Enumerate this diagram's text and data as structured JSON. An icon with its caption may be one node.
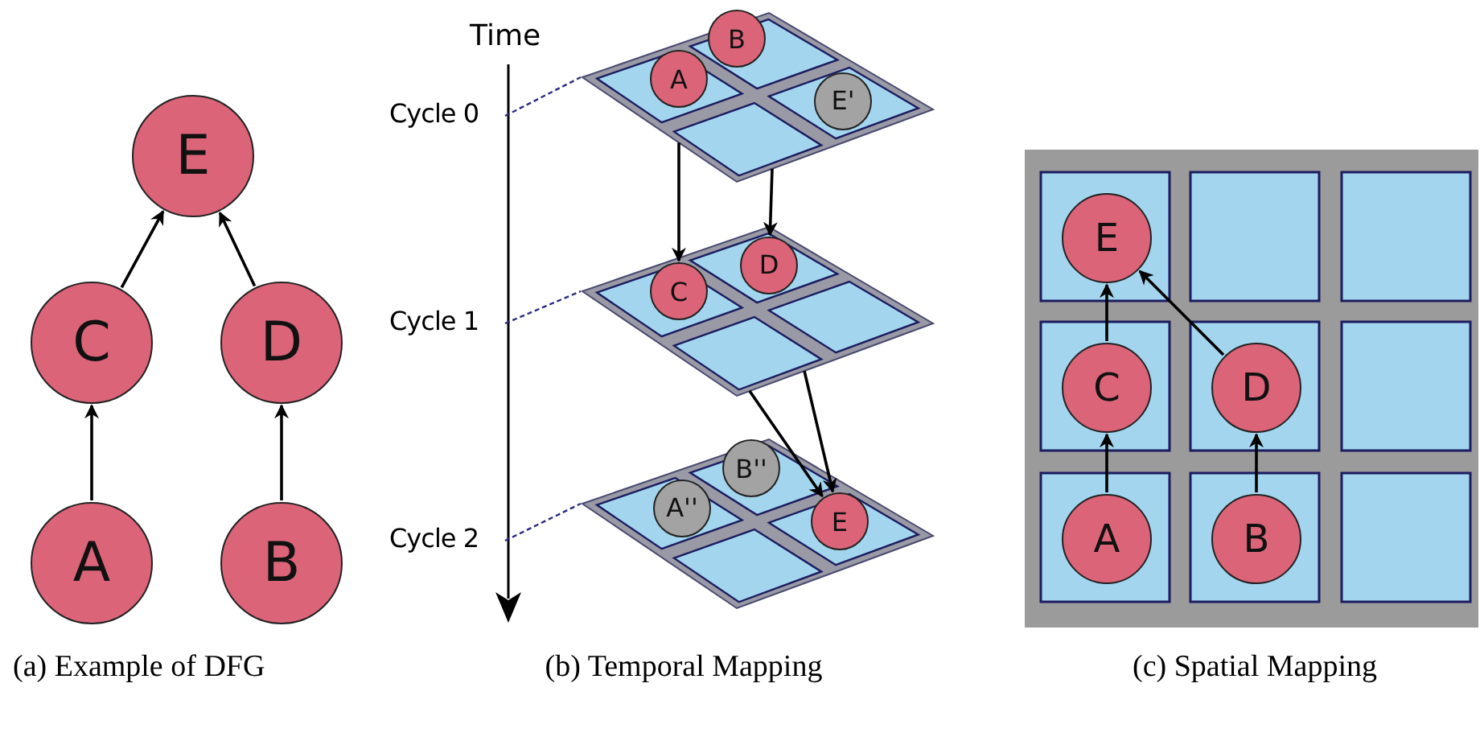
{
  "diagram": {
    "nodes": [
      {
        "text": [
          "E"
        ]
      },
      {
        "text": [
          "C"
        ]
      },
      {
        "text": [
          "D"
        ]
      },
      {
        "text": [
          "A"
        ]
      },
      {
        "text": [
          "B"
        ]
      },
      {
        "text": [
          "Cycle 0"
        ]
      },
      {
        "text": [
          "Cycle 1"
        ]
      },
      {
        "text": [
          "Cycle 2"
        ]
      },
      {
        "text": [],
        "shape": "box"
      },
      {
        "text": [],
        "shape": "box",
        "in": 8
      },
      {
        "text": [],
        "shape": "box",
        "in": 8
      },
      {
        "text": [],
        "shape": "box",
        "in": 8
      },
      {
        "text": [],
        "shape": "box",
        "in": 8
      },
      {
        "text": [
          "B"
        ],
        "in": 10
      },
      {
        "text": [
          "A"
        ],
        "in": 9
      },
      {
        "text": [
          "E'"
        ],
        "in": 11
      },
      {
        "text": [],
        "shape": "box"
      },
      {
        "text": [],
        "shape": "box",
        "in": 16
      },
      {
        "text": [],
        "shape": "box",
        "in": 16
      },
      {
        "text": [],
        "shape": "box",
        "in": 16
      },
      {
        "text": [],
        "shape": "box",
        "in": 16
      },
      {
        "text": [
          "D"
        ],
        "in": 18
      },
      {
        "text": [
          "C"
        ],
        "in": 17
      },
      {
        "text": [],
        "shape": "box"
      },
      {
        "text": [],
        "shape": "box",
        "in": 23
      },
      {
        "text": [],
        "shape": "box",
        "in": 23
      },
      {
        "text": [],
        "shape": "box",
        "in": 23
      },
      {
        "text": [],
        "shape": "box",
        "in": 23
      },
      {
        "text": [
          "B''"
        ],
        "in": 25
      },
      {
        "text": [
          "A''"
        ],
        "in": 24
      },
      {
        "text": [
          "E"
        ],
        "in": 26
      },
      {
        "text": [
          "E"
        ]
      },
      {
        "text": [
          "C"
        ]
      },
      {
        "text": [
          "D"
        ]
      },
      {
        "text": [
          "A"
        ]
      },
      {
        "text": [
          "B"
        ]
      }
    ],
    "edges": [
      {
        "from": 1,
        "to": 0,
        "arrow": "to"
      },
      {
        "from": 2,
        "to": 0,
        "arrow": "to"
      },
      {
        "from": 3,
        "to": 1,
        "arrow": "to"
      },
      {
        "from": 4,
        "to": 2,
        "arrow": "to"
      },
      {
        "from": 5,
        "to": 8,
        "arrow": "none",
        "style": "dashed",
        "color": "#2a2a80"
      },
      {
        "from": 6,
        "to": 16,
        "arrow": "none",
        "style": "dashed",
        "color": "#2a2a80"
      },
      {
        "from": 7,
        "to": 23,
        "arrow": "none",
        "style": "dashed",
        "color": "#2a2a80"
      },
      {
        "from": 8,
        "to": 22,
        "arrow": "to"
      },
      {
        "from": 8,
        "to": 21,
        "arrow": "to"
      },
      {
        "from": 16,
        "to": 30,
        "arrow": "to"
      },
      {
        "from": 16,
        "to": 30,
        "arrow": "to"
      },
      {
        "from": 32,
        "to": 31,
        "arrow": "to"
      },
      {
        "from": 33,
        "to": 31,
        "arrow": "to"
      },
      {
        "from": 34,
        "to": 32,
        "arrow": "to"
      },
      {
        "from": 35,
        "to": 33,
        "arrow": "to"
      }
    ],
    "labels": [
      "Time",
      "(a) Example of DFG",
      "(b) Temporal Mapping",
      "(c) Spatial Mapping"
    ]
  }
}
